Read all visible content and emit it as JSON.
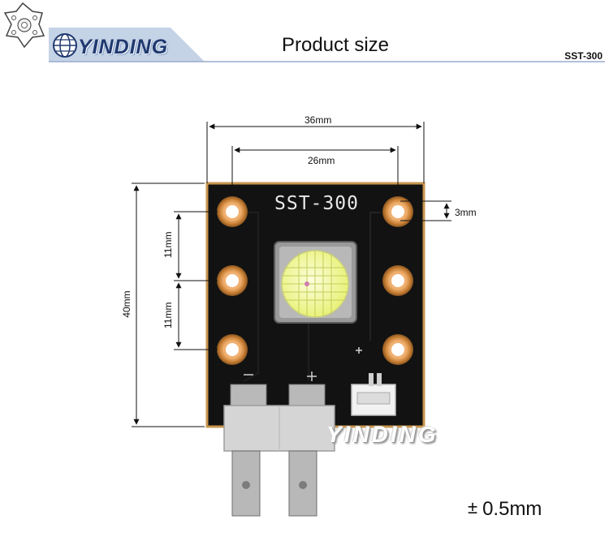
{
  "header": {
    "brand_name": "YINDING",
    "title": "Product size",
    "model": "SST-300",
    "colors": {
      "brand_blue": "#203a70",
      "header_band": "#c5d3e6"
    }
  },
  "board": {
    "label": "SST-300",
    "watermark": "YINDING"
  },
  "dimensions": {
    "outer_width": "36mm",
    "hole_span": "26mm",
    "height": "40mm",
    "pitch_upper": "11mm",
    "pitch_lower": "11mm",
    "edge_offset": "3mm"
  },
  "tolerance": {
    "symbol": "±",
    "value": "0.5mm"
  },
  "icons": [
    "led-star-board-logo-icon",
    "globe-icon",
    "led-die-icon",
    "connector-icon"
  ]
}
